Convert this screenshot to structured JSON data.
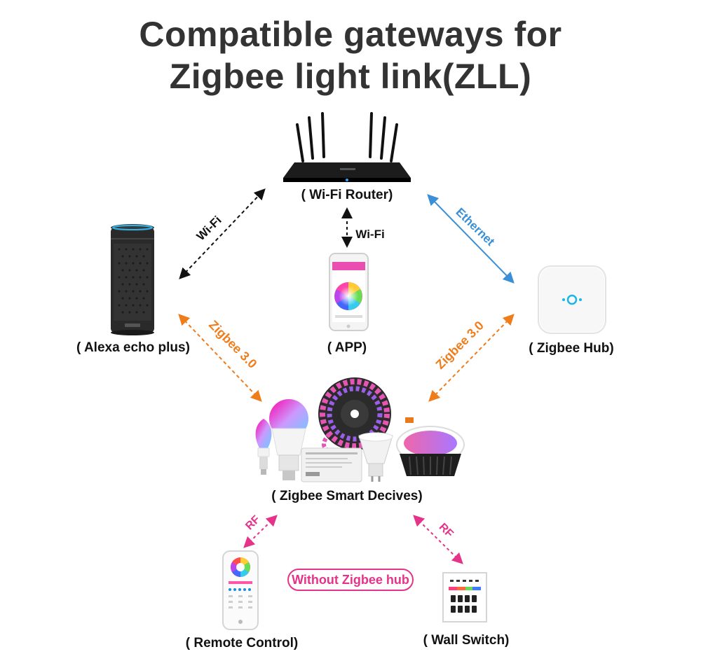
{
  "title": {
    "line1": "Compatible gateways for",
    "line2": "Zigbee light link(ZLL)"
  },
  "devices": {
    "router": "( Wi-Fi Router)",
    "alexa": "( Alexa echo plus)",
    "app": "( APP)",
    "hub": "( Zigbee Hub)",
    "smart_devices": "( Zigbee Smart Decives)",
    "remote": "( Remote Control)",
    "wall_switch": "( Wall Switch)"
  },
  "links": {
    "wifi_alexa": "Wi-Fi",
    "wifi_app": "Wi-Fi",
    "ethernet": "Ethernet",
    "zigbee_left": "Zigbee 3.0",
    "zigbee_right": "Zigbee 3.0",
    "rf_left": "RF",
    "rf_right": "RF"
  },
  "without_hub_badge": "Without Zigbee hub",
  "colors": {
    "wifi": "#111111",
    "ethernet": "#3a8fd6",
    "zigbee": "#f07d1b",
    "rf": "#e5338a"
  }
}
